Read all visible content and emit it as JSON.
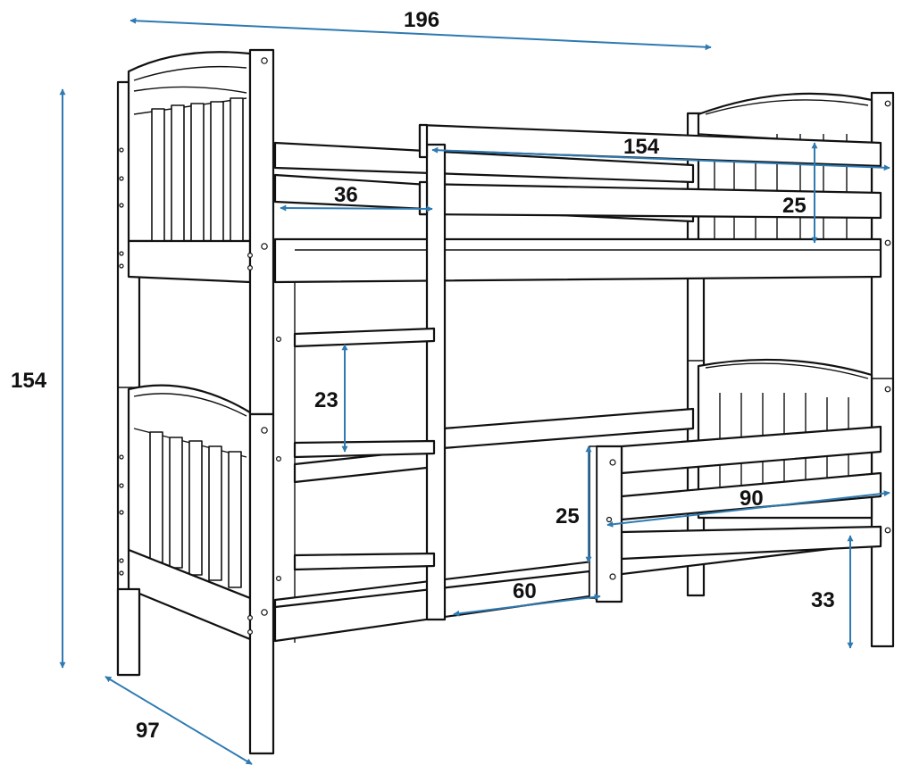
{
  "colors": {
    "dimension_arrow": "#2e7ab1",
    "outline": "#111111",
    "background": "#ffffff"
  },
  "dimensions": {
    "total_length": "196",
    "total_height": "154",
    "depth": "97",
    "mattress_length": "154",
    "upper_rail_height": "25",
    "ladder_width": "36",
    "ladder_step_spacing": "23",
    "lower_rail_height": "25",
    "lower_entry_opening": "60",
    "lower_rail_length": "90",
    "lower_bed_height": "33"
  }
}
